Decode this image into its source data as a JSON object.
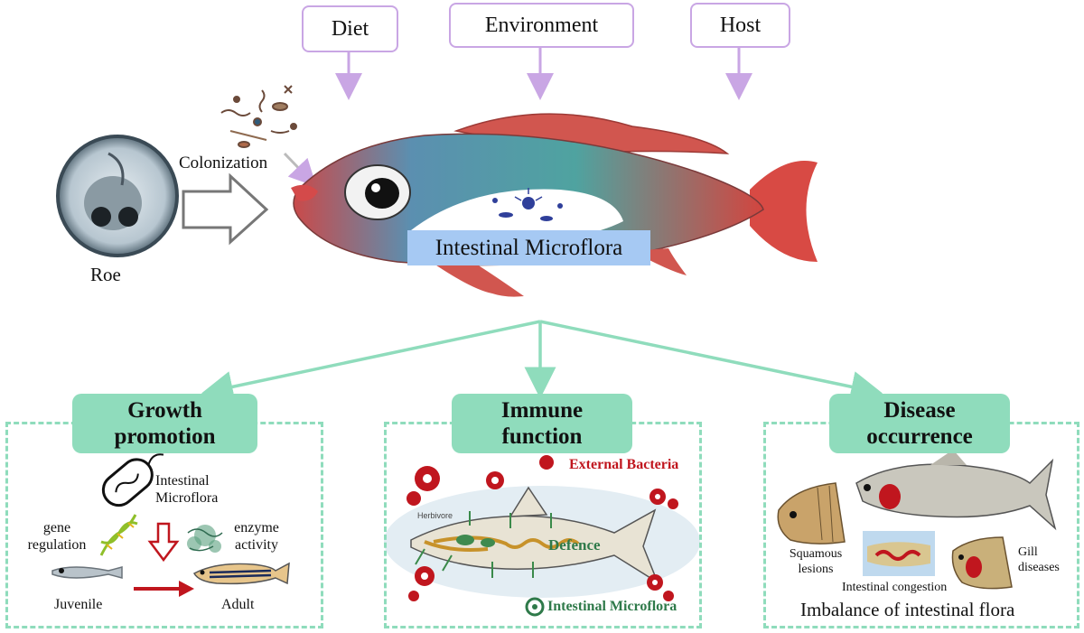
{
  "factors": {
    "diet": "Diet",
    "environment": "Environment",
    "host": "Host"
  },
  "roe_label": "Roe",
  "colonization_label": "Colonization",
  "intestinal_label": "Intestinal Microflora",
  "panels": {
    "growth": {
      "title_line1": "Growth",
      "title_line2": "promotion",
      "microflora_line1": "Intestinal",
      "microflora_line2": "Microflora",
      "gene_line1": "gene",
      "gene_line2": "regulation",
      "enzyme_line1": "enzyme",
      "enzyme_line2": "activity",
      "juvenile": "Juvenile",
      "adult": "Adult"
    },
    "immune": {
      "title_line1": "Immune",
      "title_line2": "function",
      "external_bacteria": "External Bacteria",
      "herbivore": "Herbivore",
      "defence": "Defence",
      "intestinal_microflora": "Intestinal Microflora"
    },
    "disease": {
      "title_line1": "Disease",
      "title_line2": "occurrence",
      "squamous_line1": "Squamous",
      "squamous_line2": "lesions",
      "gill_line1": "Gill",
      "gill_line2": "diseases",
      "congestion": "Intestinal congestion",
      "imbalance": "Imbalance of intestinal flora"
    }
  },
  "colors": {
    "purple": "#c9a6e4",
    "teal": "#8fdcbc",
    "blue": "#a6c9f3",
    "red": "#c0161e"
  }
}
